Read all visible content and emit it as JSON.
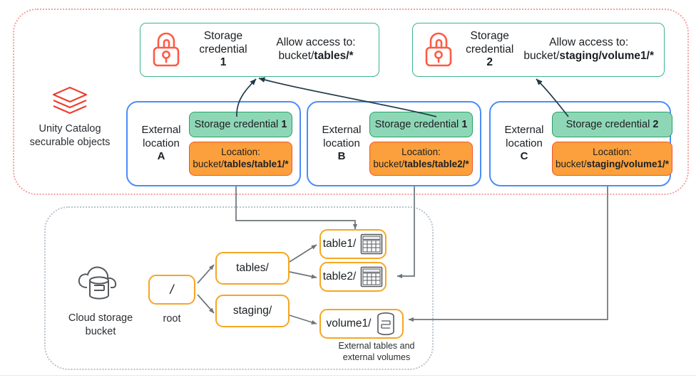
{
  "diagram": {
    "groups": {
      "unity_catalog": {
        "caption_line1": "Unity Catalog",
        "caption_line2": "securable objects",
        "icon": "databricks-logo-icon",
        "border_color": "#f4a0a0"
      },
      "cloud_storage": {
        "caption_line1": "Cloud storage",
        "caption_line2": "bucket",
        "icon": "cloud-bucket-icon",
        "border_color": "#b9c3cc"
      }
    },
    "credentials": [
      {
        "id": "credential-1",
        "icon": "lock-icon",
        "title_line1": "Storage",
        "title_line2": "credential",
        "number": "1",
        "allow_label": "Allow access to:",
        "allow_prefix": "bucket/",
        "allow_bold": "tables/*",
        "border_color": "#3cb58b"
      },
      {
        "id": "credential-2",
        "icon": "lock-icon",
        "title_line1": "Storage",
        "title_line2": "credential",
        "number": "2",
        "allow_label": "Allow access to:",
        "allow_prefix": "bucket/",
        "allow_bold": "staging/volume1/*",
        "border_color": "#3cb58b"
      }
    ],
    "external_locations": [
      {
        "id": "external-location-a",
        "label_line1": "External",
        "label_line2": "location",
        "letter": "A",
        "credential_prefix": "Storage credential ",
        "credential_number": "1",
        "location_label": "Location:",
        "location_prefix": "bucket/",
        "location_bold": "tables/table1/*",
        "border_color": "#4b8df8"
      },
      {
        "id": "external-location-b",
        "label_line1": "External",
        "label_line2": "location",
        "letter": "B",
        "credential_prefix": "Storage credential ",
        "credential_number": "1",
        "location_label": "Location:",
        "location_prefix": "bucket/",
        "location_bold": "tables/table2/*",
        "border_color": "#4b8df8"
      },
      {
        "id": "external-location-c",
        "label_line1": "External",
        "label_line2": "location",
        "letter": "C",
        "credential_prefix": "Storage credential ",
        "credential_number": "2",
        "location_label": "Location:",
        "location_prefix": "bucket/",
        "location_bold": "staging/volume1/*",
        "border_color": "#4b8df8"
      }
    ],
    "bucket_tree": {
      "root": {
        "id": "node-root",
        "label": "/",
        "caption": "root"
      },
      "folders": [
        {
          "id": "node-tables",
          "label": "tables/"
        },
        {
          "id": "node-staging",
          "label": "staging/"
        }
      ],
      "leaves": [
        {
          "id": "node-table1",
          "label": "table1/",
          "icon": "table-icon"
        },
        {
          "id": "node-table2",
          "label": "table2/",
          "icon": "table-icon"
        },
        {
          "id": "node-volume1",
          "label": "volume1/",
          "icon": "volume-icon"
        }
      ],
      "leaf_caption_line1": "External tables and",
      "leaf_caption_line2": "external volumes",
      "node_border_color": "#f5a623"
    },
    "colors": {
      "green_chip": "#8ed7b6",
      "green_chip_border": "#27a163",
      "orange_chip": "#fba03c",
      "orange_chip_border": "#f2552c",
      "blue_border": "#4b8df8",
      "orange_border": "#f5a623",
      "lock_red": "#ff5a44",
      "logo_red": "#ee3d2c",
      "arrow_gray": "#6e7478",
      "arrow_dark": "#223a4a"
    }
  }
}
